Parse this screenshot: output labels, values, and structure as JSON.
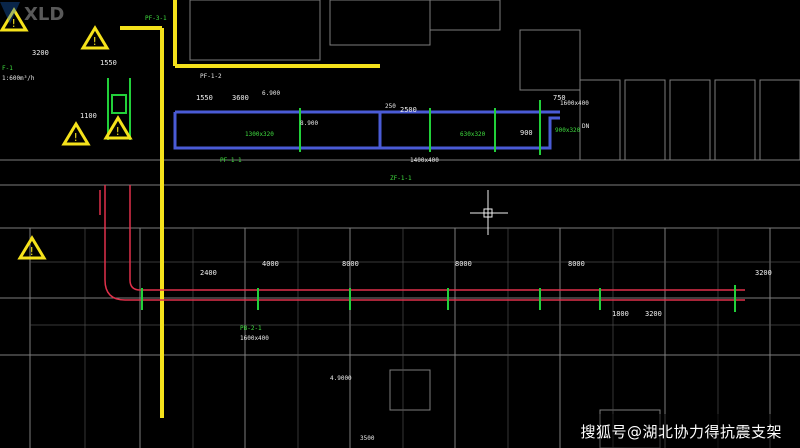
{
  "drawing": {
    "dimensions": {
      "top_left_a": "3200",
      "top_left_b": "1550",
      "top_mid_a": "1550",
      "top_mid_b": "3600",
      "top_right_a": "2500",
      "top_right_b": "750",
      "corr_1100": "1100",
      "bay_1": "4000",
      "bay_2": "8000",
      "bay_3": "8000",
      "bay_4": "8000",
      "right_vert": "3200",
      "left_vert": "2400",
      "right_small": "3200",
      "right_small2": "1800",
      "mid_vert": "900"
    },
    "labels": {
      "l1": "F-1",
      "l2": "1:600m³/h",
      "l3": "PF-3-1",
      "l4": "PF-1-2",
      "l5": "6.900",
      "l6": "2500",
      "l7": "PF-1-1",
      "l8": "8.900",
      "l9": "ZF-1-1",
      "l10": "1300x320",
      "l11": "630x320",
      "l12": "900x320",
      "l13": "1400x400",
      "l14": "DN",
      "l15": "1600x400",
      "l16": "250",
      "l17": "PB-2-1",
      "l18": "1600x400",
      "l19": "4.9000",
      "l20": "3500"
    }
  },
  "watermark": {
    "text": "搜狐号@湖北协力得抗震支架",
    "logo_letters": "XLD"
  },
  "colors": {
    "background": "#000000",
    "duct_yellow": "#f5e21b",
    "duct_blue": "#4a5bd6",
    "grid_gray": "#8c8c8c",
    "duct_red": "#e0304a",
    "hanger_green": "#22d03a"
  }
}
